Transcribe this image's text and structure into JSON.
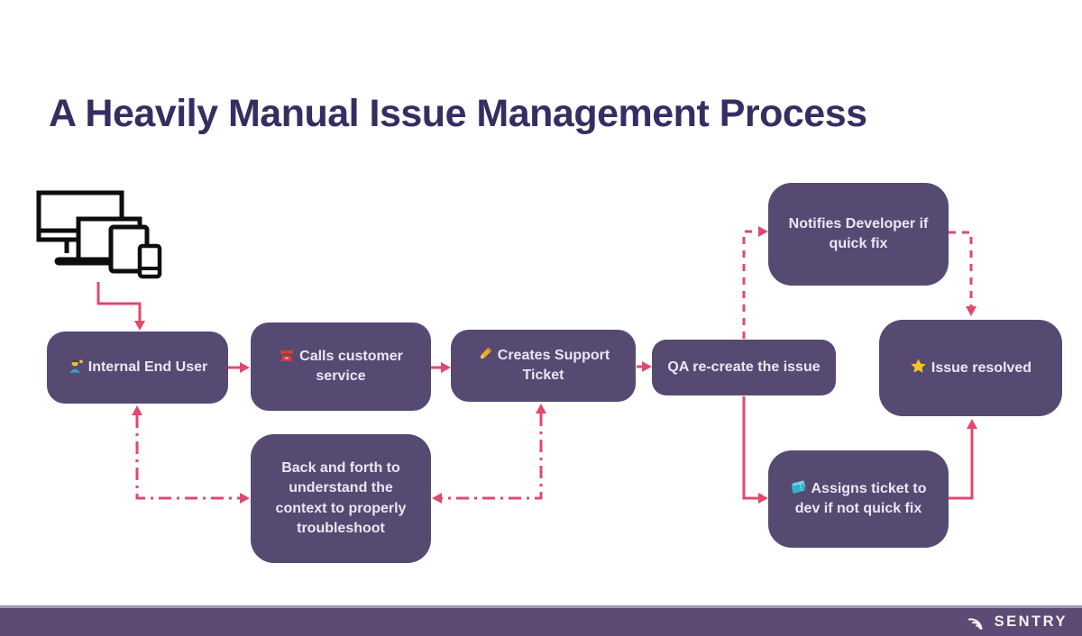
{
  "slide": {
    "title": "A Heavily Manual Issue Management Process"
  },
  "diagram": {
    "nodes": [
      {
        "id": "internal-end-user",
        "label": "Internal End User",
        "icon": "person-raising-hand"
      },
      {
        "id": "calls-customer-service",
        "label": "Calls customer service",
        "icon": "red-telephone"
      },
      {
        "id": "creates-support-ticket",
        "label": "Creates Support Ticket",
        "icon": "pencil"
      },
      {
        "id": "qa-recreate-issue",
        "label": "QA re-create the issue",
        "icon": null
      },
      {
        "id": "notifies-developer",
        "label": "Notifies Developer if quick fix",
        "icon": null
      },
      {
        "id": "issue-resolved",
        "label": "Issue resolved",
        "icon": "star"
      },
      {
        "id": "assigns-ticket",
        "label": "Assigns ticket to dev if not quick fix",
        "icon": "ticket"
      },
      {
        "id": "back-and-forth",
        "label": "Back and forth to understand the context to properly troubleshoot",
        "icon": null
      }
    ],
    "edges": [
      {
        "from": "end-user-devices",
        "to": "internal-end-user",
        "style": "solid"
      },
      {
        "from": "internal-end-user",
        "to": "calls-customer-service",
        "style": "solid"
      },
      {
        "from": "calls-customer-service",
        "to": "creates-support-ticket",
        "style": "solid"
      },
      {
        "from": "creates-support-ticket",
        "to": "qa-recreate-issue",
        "style": "solid"
      },
      {
        "from": "qa-recreate-issue",
        "to": "notifies-developer",
        "style": "dashed"
      },
      {
        "from": "notifies-developer",
        "to": "issue-resolved",
        "style": "dashed"
      },
      {
        "from": "qa-recreate-issue",
        "to": "assigns-ticket",
        "style": "solid"
      },
      {
        "from": "assigns-ticket",
        "to": "issue-resolved",
        "style": "solid"
      },
      {
        "between": [
          "internal-end-user",
          "back-and-forth"
        ],
        "style": "dash-dot",
        "bidirectional": true
      },
      {
        "between": [
          "creates-support-ticket",
          "back-and-forth"
        ],
        "style": "dash-dot",
        "bidirectional": true
      }
    ],
    "colors": {
      "background": "#ffffff",
      "node_fill": "#564a72",
      "node_text": "#ece6f3",
      "arrow": "#df4a6c",
      "title": "#352e62",
      "footer_bg": "#5d4a75",
      "footer_border": "#a698bf"
    }
  },
  "footer": {
    "brand": "SENTRY"
  }
}
